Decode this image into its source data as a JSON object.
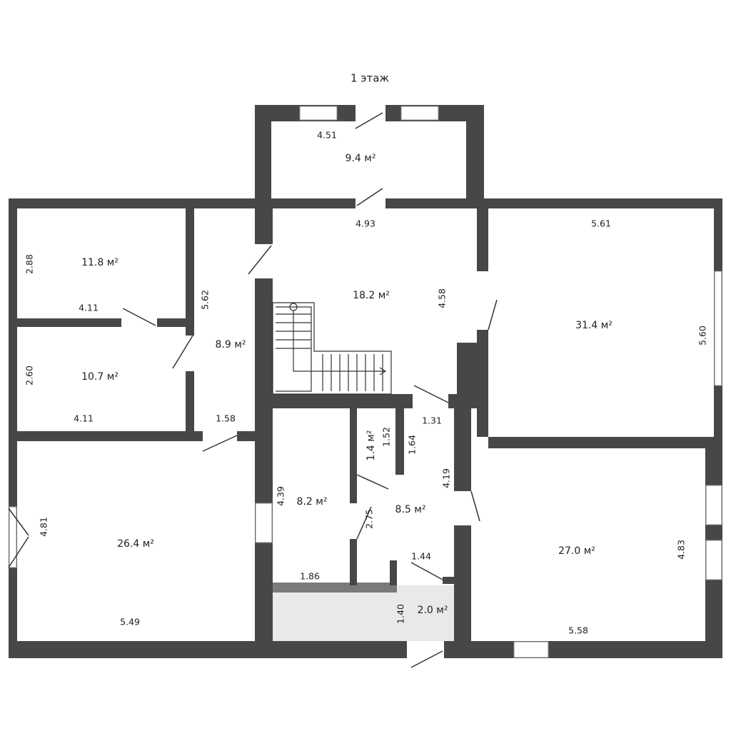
{
  "title": "1 этаж",
  "rooms": [
    {
      "area": "9.4 м²",
      "dims": [
        "4.51"
      ]
    },
    {
      "area": "18.2 м²",
      "dims": [
        "4.93",
        "4.58"
      ]
    },
    {
      "area": "31.4 м²",
      "dims": [
        "5.61",
        "5.60"
      ]
    },
    {
      "area": "11.8 м²",
      "dims": [
        "2.88",
        "4.11"
      ]
    },
    {
      "area": "8.9 м²",
      "dims": [
        "5.62",
        "1.58"
      ]
    },
    {
      "area": "10.7 м²",
      "dims": [
        "2.60",
        "4.11"
      ]
    },
    {
      "area": "1.4 м²",
      "dims": [
        "1.52"
      ]
    },
    {
      "area": "8.2 м²",
      "dims": [
        "4.39",
        "1.86"
      ]
    },
    {
      "area": "8.5 м²",
      "dims": [
        "4.19",
        "2.75",
        "1.64",
        "1.31",
        "1.44"
      ]
    },
    {
      "area": "26.4 м²",
      "dims": [
        "4.81",
        "5.49"
      ]
    },
    {
      "area": "27.0 м²",
      "dims": [
        "4.83",
        "5.58"
      ]
    },
    {
      "area": "2.0 м²",
      "dims": [
        "1.40"
      ]
    }
  ]
}
